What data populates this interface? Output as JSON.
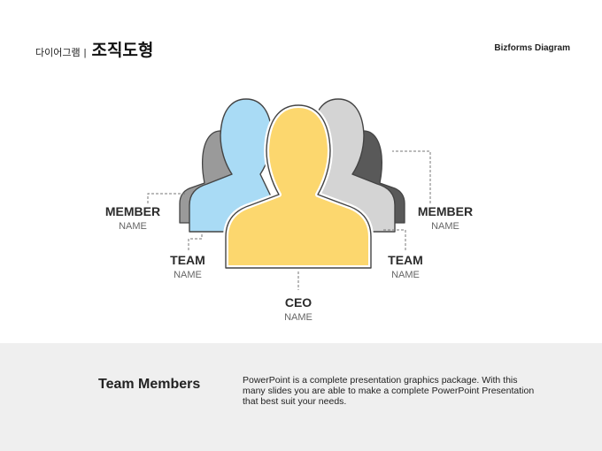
{
  "header": {
    "subtitle": "다이어그램",
    "separator": "|",
    "title": "조직도형",
    "brand": "Bizforms Diagram"
  },
  "diagram": {
    "colors": {
      "ceo": "#fcd76e",
      "team_left": "#a9dbf5",
      "team_right": "#d4d4d4",
      "member_left": "#9a9a9a",
      "member_right": "#595959",
      "outline": "#444444",
      "connector": "#777777"
    },
    "labels": {
      "member_left": {
        "role": "MEMBER",
        "name": "NAME"
      },
      "team_left": {
        "role": "TEAM",
        "name": "NAME"
      },
      "ceo": {
        "role": "CEO",
        "name": "NAME"
      },
      "team_right": {
        "role": "TEAM",
        "name": "NAME"
      },
      "member_right": {
        "role": "MEMBER",
        "name": "NAME"
      }
    }
  },
  "footer": {
    "title": "Team Members",
    "text": "PowerPoint is a complete presentation graphics package. With this many slides you are able to make a complete PowerPoint Presentation that best suit your needs."
  }
}
